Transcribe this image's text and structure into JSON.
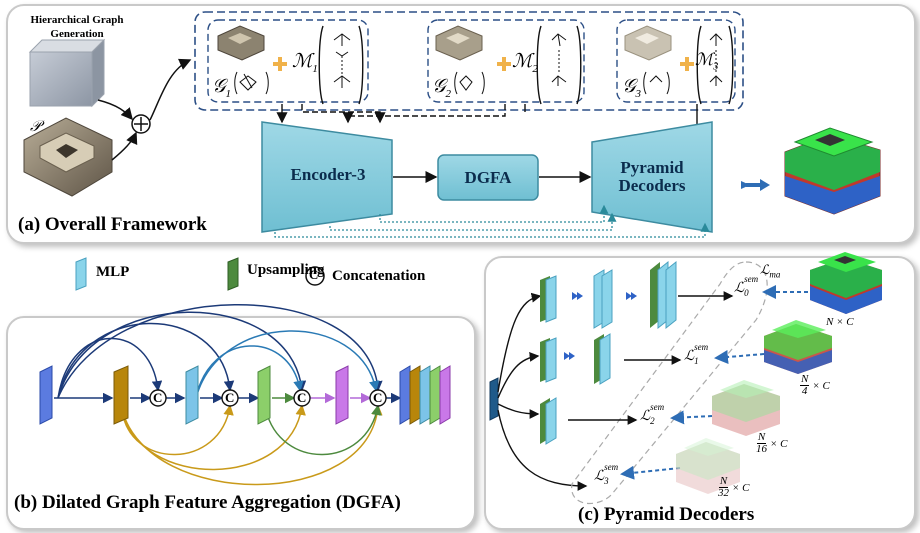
{
  "panel_a": {
    "caption": "(a) Overall Framework",
    "hierarchical_label": "Hierarchical Graph Generation",
    "input_symbol": "𝒫",
    "encoder": "Encoder-3",
    "dgfa": "DGFA",
    "decoders": "Pyramid Decoders",
    "graph_levels": [
      {
        "g": "𝒢",
        "g_sub": "1",
        "m": "ℳ",
        "m_sub": "1"
      },
      {
        "g": "𝒢",
        "g_sub": "2",
        "m": "ℳ",
        "m_sub": "2"
      },
      {
        "g": "𝒢",
        "g_sub": "3",
        "m": "ℳ",
        "m_sub": "3"
      }
    ]
  },
  "legend": {
    "mlp": "MLP",
    "upsampling": "Upsampling",
    "concat_symbol": "C",
    "concatenation": "Concatenation"
  },
  "panel_b": {
    "caption": "(b) Dilated Graph Feature Aggregation (DGFA)",
    "concat_symbol": "C"
  },
  "panel_c": {
    "caption": "(c) Pyramid Decoders",
    "loss_ma": "ℒ",
    "loss_ma_sub": "ma",
    "losses": [
      {
        "sym": "ℒ",
        "sup": "sem",
        "sub": "0"
      },
      {
        "sym": "ℒ",
        "sup": "sem",
        "sub": "1"
      },
      {
        "sym": "ℒ",
        "sup": "sem",
        "sub": "2"
      },
      {
        "sym": "ℒ",
        "sup": "sem",
        "sub": "3"
      }
    ],
    "scales": [
      {
        "num": "",
        "den": "",
        "text": "N × C"
      },
      {
        "num": "N",
        "den": "4",
        "text": "× C"
      },
      {
        "num": "N",
        "den": "16",
        "text": "× C"
      },
      {
        "num": "N",
        "den": "32",
        "text": "× C"
      }
    ]
  }
}
